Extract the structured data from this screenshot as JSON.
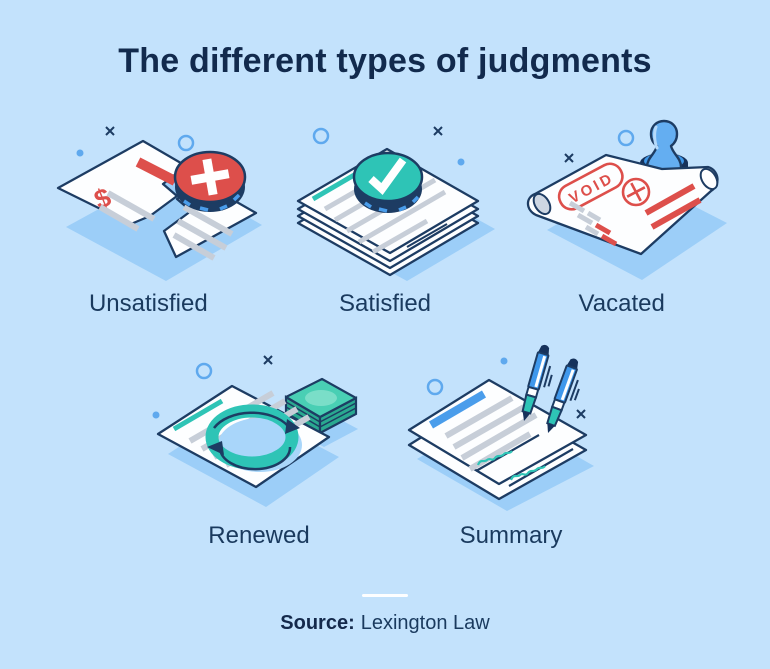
{
  "title": "The different types of judgments",
  "items": [
    {
      "label": "Unsatisfied",
      "icon": "torn-document-with-plus-coin"
    },
    {
      "label": "Satisfied",
      "icon": "paper-stack-with-check-coin"
    },
    {
      "label": "Vacated",
      "icon": "void-stamped-scroll"
    },
    {
      "label": "Renewed",
      "icon": "document-with-renew-cycle-and-money"
    },
    {
      "label": "Summary",
      "icon": "signed-documents-with-pens"
    }
  ],
  "unsatisfied_currency_symbol": "$",
  "vacated_stamp_text": "VOID",
  "source": {
    "label": "Source:",
    "value": "Lexington Law"
  },
  "colors": {
    "background": "#c3e2fc",
    "title_navy": "#122a4d",
    "label_navy": "#1a3a5e",
    "outline_navy": "#1d3c63",
    "red": "#dd4f4b",
    "teal": "#2ec4b6",
    "blue": "#4a9deb",
    "shadow_blue": "#9ccef8",
    "line_gray": "#c7ced8"
  }
}
